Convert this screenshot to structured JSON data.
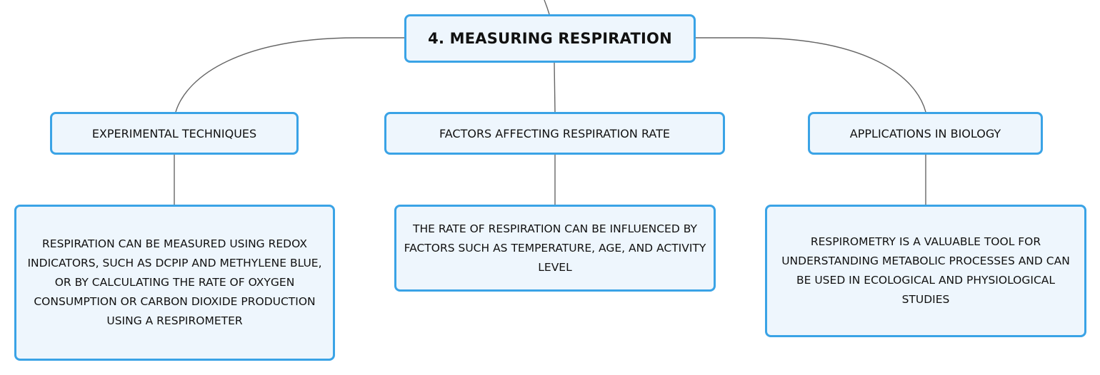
{
  "diagram": {
    "root": {
      "label": "4. MEASURING RESPIRATION"
    },
    "branches": [
      {
        "label": "EXPERIMENTAL TECHNIQUES",
        "detail": "RESPIRATION CAN BE MEASURED USING REDOX INDICATORS, SUCH AS DCPIP AND METHYLENE BLUE, OR BY CALCULATING THE RATE OF OXYGEN CONSUMPTION OR CARBON DIOXIDE PRODUCTION USING A RESPIROMETER"
      },
      {
        "label": "FACTORS AFFECTING RESPIRATION RATE",
        "detail": "THE RATE OF RESPIRATION CAN BE INFLUENCED BY FACTORS SUCH AS TEMPERATURE, AGE, AND ACTIVITY LEVEL"
      },
      {
        "label": "APPLICATIONS IN BIOLOGY",
        "detail": "RESPIROMETRY IS A VALUABLE TOOL FOR UNDERSTANDING METABOLIC PROCESSES AND CAN BE USED IN ECOLOGICAL AND PHYSIOLOGICAL STUDIES"
      }
    ]
  },
  "colors": {
    "node_border": "#3aa3e6",
    "node_fill": "#eef6fd",
    "connector": "#666666"
  }
}
